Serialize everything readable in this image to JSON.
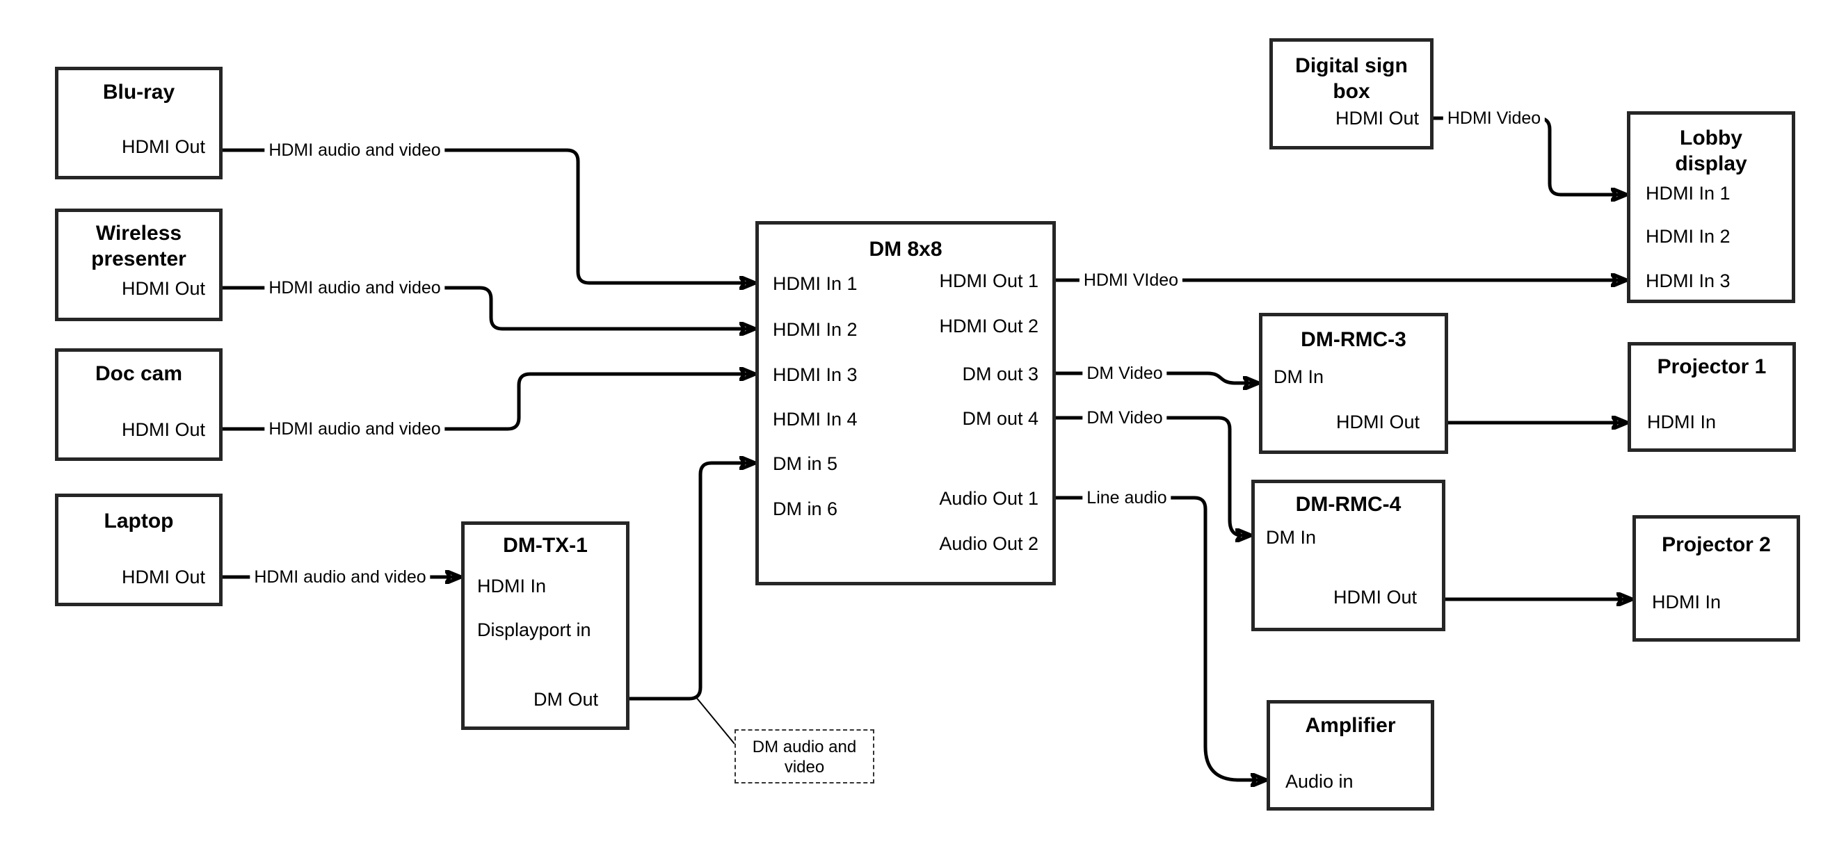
{
  "colors": {
    "ink": "#000000",
    "box_border": "#262626",
    "background": "#ffffff"
  },
  "nodes": {
    "bluray": {
      "title": "Blu-ray",
      "port_hdmi_out": "HDMI Out"
    },
    "wireless": {
      "title1": "Wireless",
      "title2": "presenter",
      "port_hdmi_out": "HDMI Out"
    },
    "doccam": {
      "title": "Doc cam",
      "port_hdmi_out": "HDMI Out"
    },
    "laptop": {
      "title": "Laptop",
      "port_hdmi_out": "HDMI Out"
    },
    "dmtx": {
      "title": "DM-TX-1",
      "port_hdmi_in": "HDMI In",
      "port_dp_in": "Displayport in",
      "port_dm_out": "DM Out"
    },
    "dm8x8": {
      "title": "DM 8x8",
      "in1": "HDMI In 1",
      "in2": "HDMI In 2",
      "in3": "HDMI In 3",
      "in4": "HDMI In 4",
      "in5": "DM in 5",
      "in6": "DM in 6",
      "out1": "HDMI Out 1",
      "out2": "HDMI Out 2",
      "out3": "DM out 3",
      "out4": "DM out 4",
      "aout1": "Audio Out 1",
      "aout2": "Audio Out 2"
    },
    "signbox": {
      "title1": "Digital sign",
      "title2": "box",
      "port_hdmi_out": "HDMI Out"
    },
    "lobby": {
      "title1": "Lobby",
      "title2": "display",
      "in1": "HDMI In 1",
      "in2": "HDMI In 2",
      "in3": "HDMI In 3"
    },
    "rmc3": {
      "title": "DM-RMC-3",
      "dm_in": "DM In",
      "hdmi_out": "HDMI Out"
    },
    "rmc4": {
      "title": "DM-RMC-4",
      "dm_in": "DM In",
      "hdmi_out": "HDMI Out"
    },
    "proj1": {
      "title": "Projector 1",
      "hdmi_in": "HDMI In"
    },
    "proj2": {
      "title": "Projector 2",
      "hdmi_in": "HDMI In"
    },
    "amp": {
      "title": "Amplifier",
      "audio_in": "Audio in"
    }
  },
  "edge_labels": {
    "hav1": "HDMI audio and video",
    "hav2": "HDMI audio and video",
    "hav3": "HDMI audio and video",
    "hav4": "HDMI audio and video",
    "hdmi_video_caps": "HDMI VIdeo",
    "dm_video_1": "DM Video",
    "dm_video_2": "DM Video",
    "line_audio": "Line audio",
    "hdmi_video": "HDMI Video"
  },
  "note": {
    "line1": "DM audio and",
    "line2": "video"
  },
  "edges": [
    {
      "from": "Blu-ray HDMI Out",
      "to": "DM 8x8 HDMI In 1",
      "label": "HDMI audio and video"
    },
    {
      "from": "Wireless presenter HDMI Out",
      "to": "DM 8x8 HDMI In 2",
      "label": "HDMI audio and video"
    },
    {
      "from": "Doc cam HDMI Out",
      "to": "DM 8x8 HDMI In 3",
      "label": "HDMI audio and video"
    },
    {
      "from": "Laptop HDMI Out",
      "to": "DM-TX-1 HDMI In",
      "label": "HDMI audio and video"
    },
    {
      "from": "DM-TX-1 DM Out",
      "to": "DM 8x8 DM in 5",
      "label": "DM audio and video"
    },
    {
      "from": "DM 8x8 HDMI Out 1",
      "to": "Lobby display HDMI In 3",
      "label": "HDMI VIdeo"
    },
    {
      "from": "DM 8x8 DM out 3",
      "to": "DM-RMC-3 DM In",
      "label": "DM Video"
    },
    {
      "from": "DM 8x8 DM out 4",
      "to": "DM-RMC-4 DM In",
      "label": "DM Video"
    },
    {
      "from": "DM 8x8 Audio Out 1",
      "to": "Amplifier Audio in",
      "label": "Line audio"
    },
    {
      "from": "Digital sign box HDMI Out",
      "to": "Lobby display HDMI In 1",
      "label": "HDMI Video"
    },
    {
      "from": "DM-RMC-3 HDMI Out",
      "to": "Projector 1 HDMI In",
      "label": ""
    },
    {
      "from": "DM-RMC-4 HDMI Out",
      "to": "Projector 2 HDMI In",
      "label": ""
    }
  ]
}
